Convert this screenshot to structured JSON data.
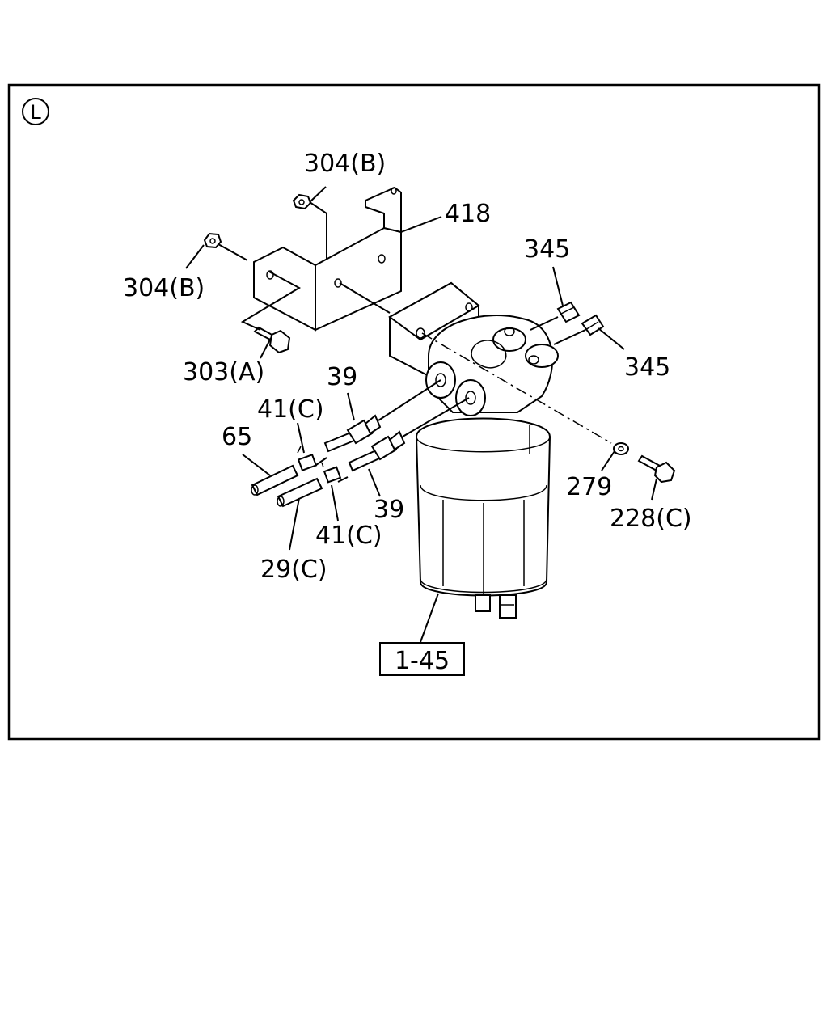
{
  "diagram": {
    "section_marker": "L",
    "callouts": {
      "bracket": "418",
      "nut_top": "304(B)",
      "nut_left": "304(B)",
      "bolt_bracket": "303(A)",
      "plug_upper": "345",
      "plug_right": "345",
      "fitting_upper": "39",
      "fitting_lower": "39",
      "clip_upper": "41(C)",
      "clip_lower": "41(C)",
      "hose_upper": "65",
      "hose_lower": "29(C)",
      "washer": "279",
      "bolt_filter": "228(C)",
      "filter_assembly": "1-45"
    }
  }
}
